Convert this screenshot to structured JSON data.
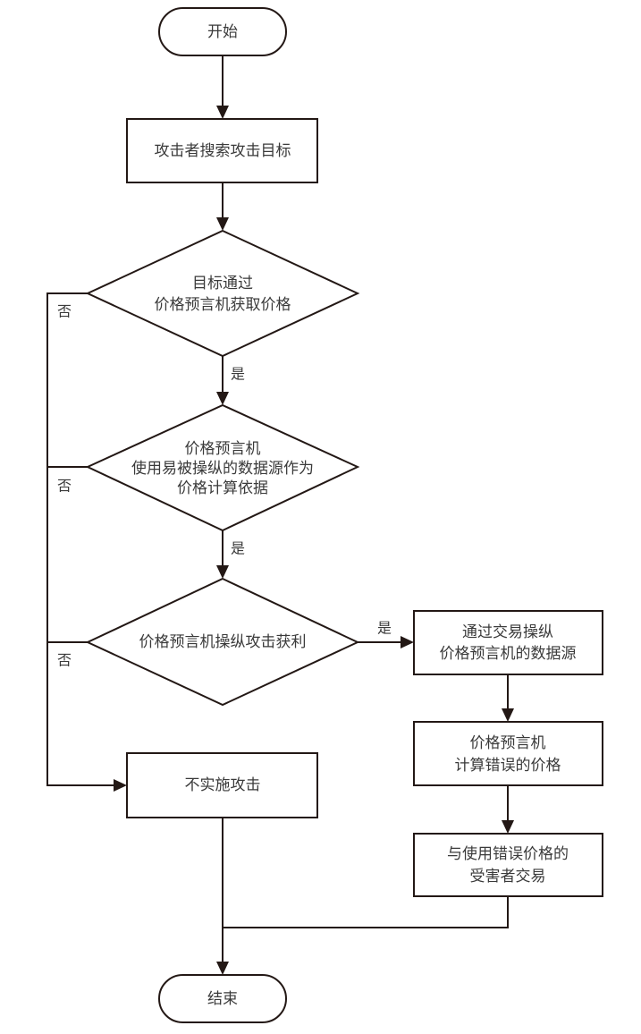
{
  "diagram": {
    "type": "flowchart",
    "colors": {
      "stroke": "#231815",
      "text": "#3a3a3a",
      "background": "#ffffff"
    },
    "nodes": {
      "start": {
        "shape": "terminal",
        "lines": [
          "开始"
        ]
      },
      "search_target": {
        "shape": "process",
        "lines": [
          "攻击者搜索攻击目标"
        ]
      },
      "decision_oracle": {
        "shape": "decision",
        "lines": [
          "目标通过",
          "价格预言机获取价格"
        ]
      },
      "decision_manipulable": {
        "shape": "decision",
        "lines": [
          "价格预言机",
          "使用易被操纵的数据源作为",
          "价格计算依据"
        ]
      },
      "decision_profit": {
        "shape": "decision",
        "lines": [
          "价格预言机操纵攻击获利"
        ]
      },
      "manipulate_source": {
        "shape": "process",
        "lines": [
          "通过交易操纵",
          "价格预言机的数据源"
        ]
      },
      "wrong_price": {
        "shape": "process",
        "lines": [
          "价格预言机",
          "计算错误的价格"
        ]
      },
      "trade_victim": {
        "shape": "process",
        "lines": [
          "与使用错误价格的",
          "受害者交易"
        ]
      },
      "no_attack": {
        "shape": "process",
        "lines": [
          "不实施攻击"
        ]
      },
      "end": {
        "shape": "terminal",
        "lines": [
          "结束"
        ]
      }
    },
    "edge_labels": {
      "yes": "是",
      "no": "否"
    },
    "edges": [
      {
        "from": "start",
        "to": "search_target",
        "label": ""
      },
      {
        "from": "search_target",
        "to": "decision_oracle",
        "label": ""
      },
      {
        "from": "decision_oracle",
        "to": "decision_manipulable",
        "label": "是"
      },
      {
        "from": "decision_oracle",
        "to": "no_attack",
        "label": "否"
      },
      {
        "from": "decision_manipulable",
        "to": "decision_profit",
        "label": "是"
      },
      {
        "from": "decision_manipulable",
        "to": "no_attack",
        "label": "否"
      },
      {
        "from": "decision_profit",
        "to": "manipulate_source",
        "label": "是"
      },
      {
        "from": "decision_profit",
        "to": "no_attack",
        "label": "否"
      },
      {
        "from": "manipulate_source",
        "to": "wrong_price",
        "label": ""
      },
      {
        "from": "wrong_price",
        "to": "trade_victim",
        "label": ""
      },
      {
        "from": "trade_victim",
        "to": "end",
        "label": ""
      },
      {
        "from": "no_attack",
        "to": "end",
        "label": ""
      }
    ]
  }
}
